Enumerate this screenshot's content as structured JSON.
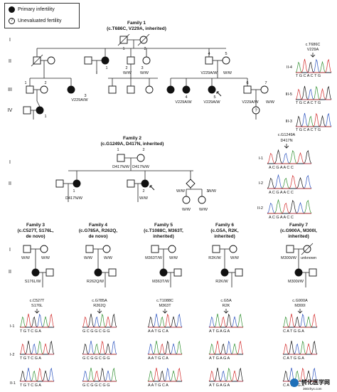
{
  "legend": {
    "affected": "Primary infertility",
    "unevaluated": "Unevaluated fertility",
    "unevaluated_mark": "?"
  },
  "generations": [
    "I",
    "II",
    "III",
    "IV"
  ],
  "family1": {
    "title": "Family 1",
    "subtitle": "(c.T686C, V229A, inherited)",
    "ids": [
      "1",
      "2",
      "1",
      "2",
      "3",
      "4",
      "1",
      "2",
      "3",
      "4",
      "5",
      "6",
      "7",
      "1"
    ],
    "genotypes": [
      "W/W",
      "W/W",
      "V229A/W",
      "V229A/W",
      "W/W",
      "V229A/W",
      "V229A/W",
      "V229A/W",
      "V229A/W",
      "W/W"
    ],
    "seq_header": [
      "c.T686C",
      "V229A"
    ],
    "seq_rows": [
      "II-4",
      "III-5",
      "III-3"
    ],
    "seq_letters": "T G C A C T G"
  },
  "family2": {
    "title": "Family 2",
    "subtitle": "(c.G1249A, D417N, inherited)",
    "ids": [
      "1",
      "2",
      "1",
      "2",
      "3"
    ],
    "genotypes": [
      "D417N/W",
      "D417N/W",
      "D417N/W",
      "W/W",
      "W/W",
      "W/W",
      "W/W"
    ],
    "seq_header": [
      "c.G1249A",
      "D417N"
    ],
    "seq_rows": [
      "I-1",
      "I-2",
      "II-2"
    ],
    "seq_letters": "A C G A A C C"
  },
  "small_families": [
    {
      "title": "Family 3",
      "subtitle": [
        "(c.C527T, S176L,",
        "de novo)"
      ],
      "geno_I": [
        "W/W",
        "W/W"
      ],
      "geno_II": "S176L/W",
      "mutation": [
        "c.C527T",
        "S176L"
      ],
      "letters": "T G T C G A"
    },
    {
      "title": "Family 4",
      "subtitle": [
        "(c.G785A, R262Q,",
        "de novo)"
      ],
      "geno_I": [
        "W/W",
        "W/W"
      ],
      "geno_II": "R262Q/W",
      "mutation": [
        "c.G785A",
        "R262Q"
      ],
      "letters": "G C G G C G G"
    },
    {
      "title": "Family 5",
      "subtitle": [
        "(c.T1088C, M363T,",
        "inherited)"
      ],
      "geno_I": [
        "M363T/W",
        "W/W"
      ],
      "geno_II": "M363T/W",
      "mutation": [
        "c.T1088C",
        "M363T"
      ],
      "letters": "A A T G C A"
    },
    {
      "title": "Family 6",
      "subtitle": [
        "(c.G5A, R2K,",
        "inherited)"
      ],
      "geno_I": [
        "R2K/W",
        "W/W"
      ],
      "geno_II": "R2K/W",
      "mutation": [
        "c.G5A",
        "R2K"
      ],
      "letters": "A T G A G A"
    },
    {
      "title": "Family 7",
      "subtitle": [
        "(c.G900A, M300I,",
        "inherited)"
      ],
      "geno_I": [
        "M300I/W",
        "unknown"
      ],
      "geno_II": "M300I/W",
      "mutation": [
        "c.G900A",
        "M300I"
      ],
      "letters": "C A T G G A"
    }
  ],
  "bottom_rows": [
    "I-1",
    "I-2",
    "II-1"
  ],
  "watermark": "转化医学网",
  "watermark_url": "360zhyx.com",
  "colors": {
    "trace_a": "#2f8f2f",
    "trace_c": "#2a52be",
    "trace_g": "#111111",
    "trace_t": "#d22b2b"
  }
}
